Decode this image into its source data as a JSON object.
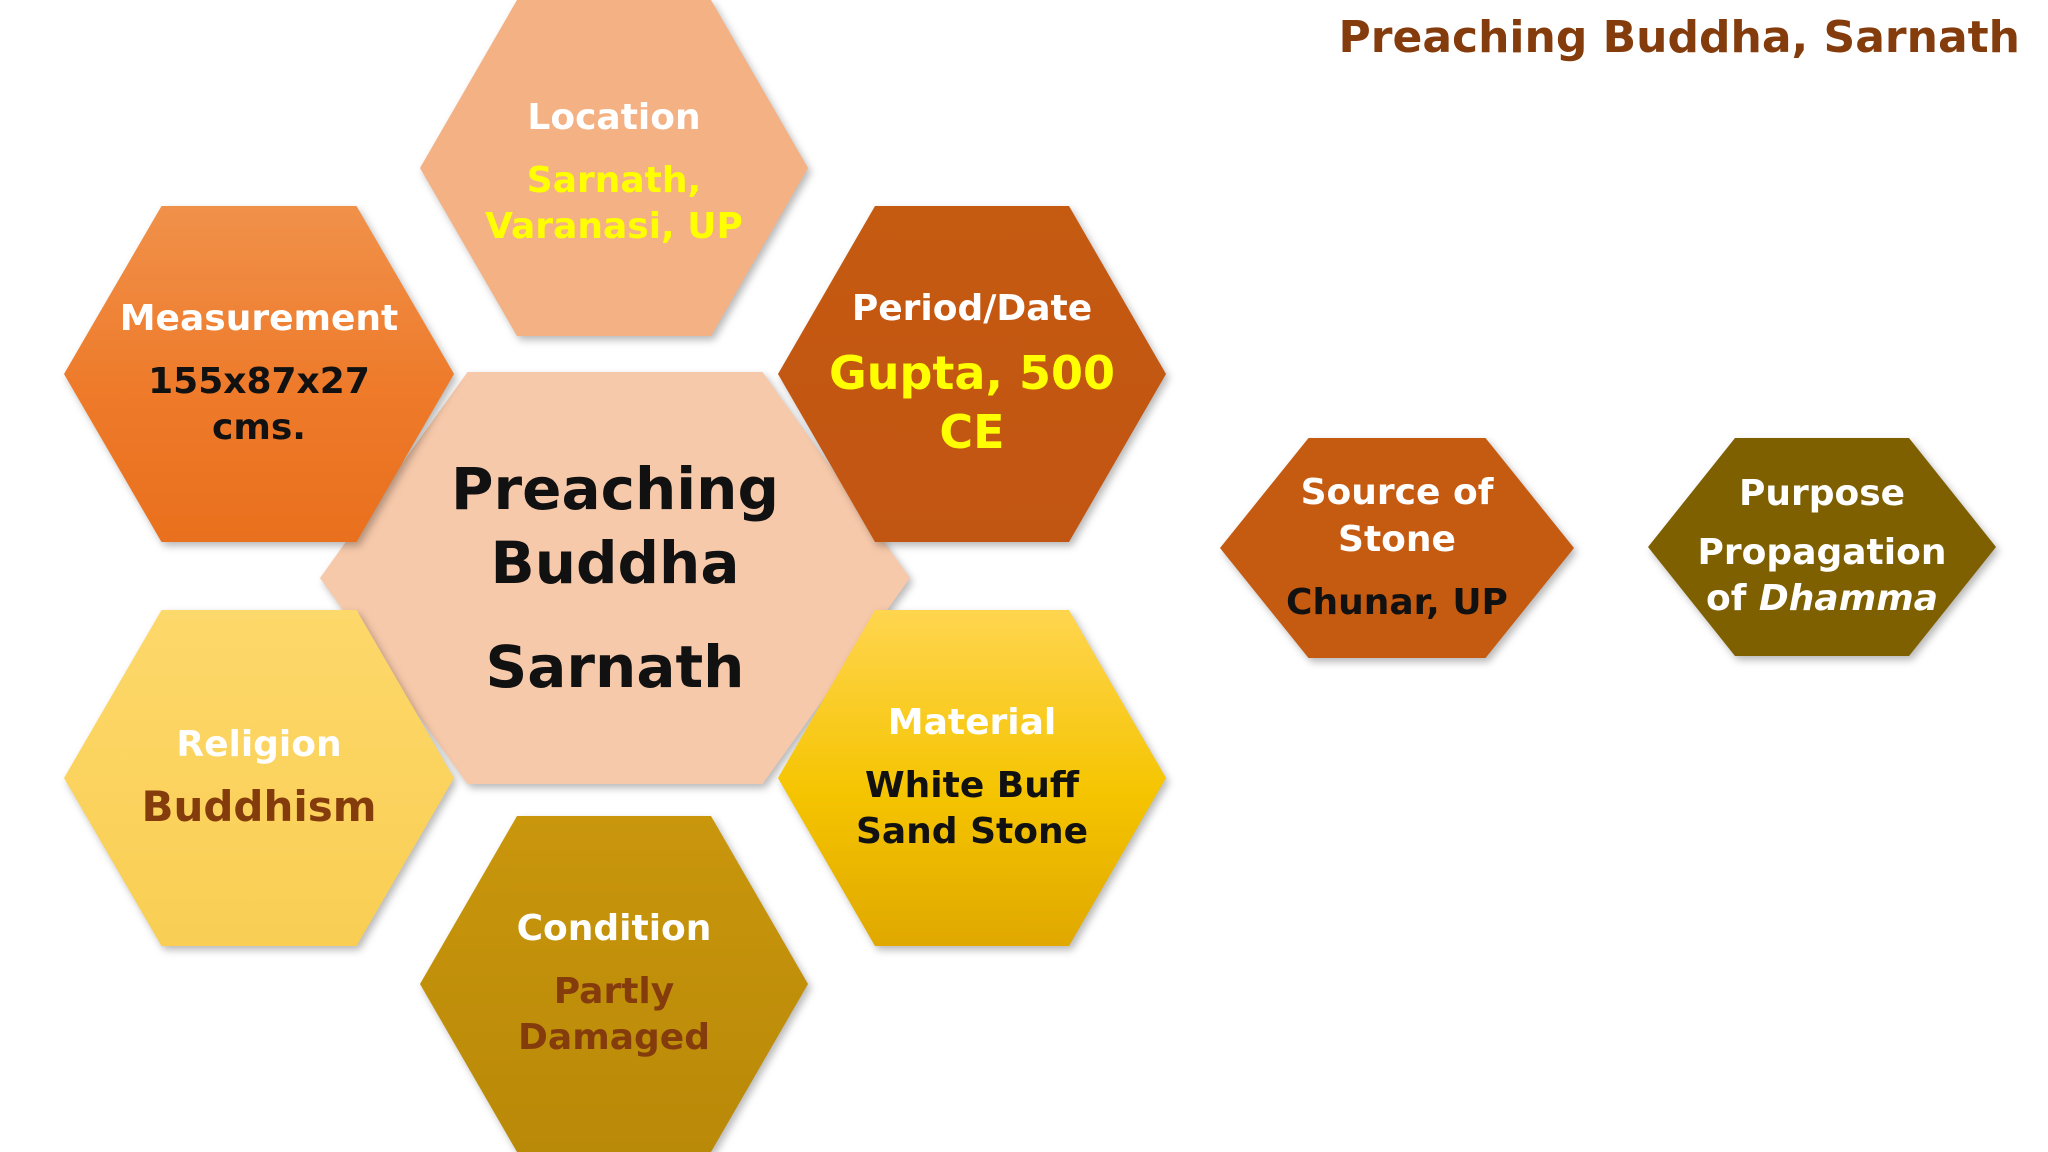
{
  "slide_title": "Preaching Buddha, Sarnath",
  "center": {
    "line1": "Preaching",
    "line2": "Buddha",
    "line3": "Sarnath"
  },
  "location": {
    "label": "Location",
    "value_line1": "Sarnath,",
    "value_line2": "Varanasi, UP"
  },
  "measurement": {
    "label": "Measurement",
    "value_line1": "155x87x27",
    "value_line2": "cms."
  },
  "period": {
    "label": "Period/Date",
    "value_line1": "Gupta, 500",
    "value_line2": "CE"
  },
  "religion": {
    "label": "Religion",
    "value": "Buddhism"
  },
  "material": {
    "label": "Material",
    "value_line1": "White Buff",
    "value_line2": "Sand Stone"
  },
  "condition": {
    "label": "Condition",
    "value_line1": "Partly",
    "value_line2": "Damaged"
  },
  "source": {
    "label_line1": "Source of",
    "label_line2": "Stone",
    "value": "Chunar, UP"
  },
  "purpose": {
    "label": "Purpose",
    "value_line1": "Propagation",
    "value_line2_prefix": "of ",
    "value_line2_emph": "Dhamma"
  },
  "colors": {
    "title": "#843c0c",
    "center": "#f7c9ab",
    "location": "#f4b183",
    "measurement": "#ee7a2a",
    "period": "#c55a11",
    "religion": "#f9ce53",
    "material": "#f5c400",
    "condition": "#bf8f0a",
    "source": "#c55a11",
    "purpose": "#7f6000",
    "highlight_text": "#ffff00"
  }
}
